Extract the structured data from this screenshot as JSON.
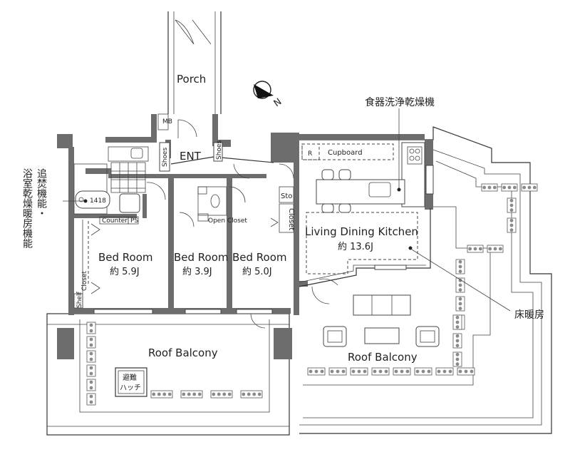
{
  "rooms": {
    "porch": "Porch",
    "entrance": "ENT",
    "mb": "MB",
    "shoes_left": "Shoes",
    "shoes_right": "Shoes",
    "bed1_name": "Bed Room",
    "bed1_area": "約 5.9J",
    "bed2_name": "Bed Room",
    "bed2_area": "約 3.9J",
    "bed3_name": "Bed Room",
    "bed3_area": "約 5.0J",
    "ldk_name": "Living Dining Kitchen",
    "ldk_area": "約 13.6J",
    "balcony_left": "Roof Balcony",
    "balcony_right": "Roof Balcony"
  },
  "fixtures": {
    "cupboard": "Cupboard",
    "refrigerator": "R",
    "sto": "Sto",
    "closet_right": "Closet",
    "closet_left": "Closet",
    "closet_open": "Open Closet",
    "counter": "Counter",
    "ps": "PS",
    "shelf": "Shelf",
    "bath_size": "1418",
    "hatch_line1": "避難",
    "hatch_line2": "ハッチ"
  },
  "annotations": {
    "dishwasher": "食器洗浄乾燥機",
    "floor_heating": "床暖房",
    "bath_col1": "追焚機能・",
    "bath_col2": "浴室乾燥暖房機能",
    "north": "N"
  }
}
